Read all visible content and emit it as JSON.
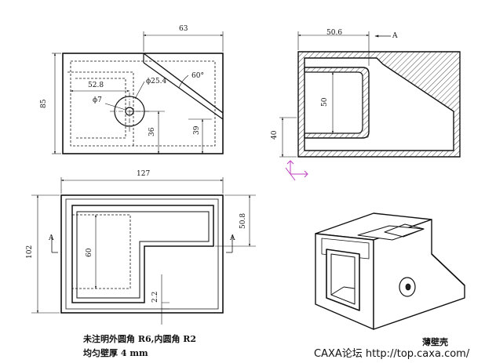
{
  "front_view": {
    "width_top": "63",
    "height_left": "85",
    "dim_52_8": "52.8",
    "dia_25_4": "ϕ25.4",
    "dia_7": "ϕ7",
    "angle": "60°",
    "dim_36": "36",
    "dim_39": "39"
  },
  "side_view": {
    "top_dim": "50.6",
    "section_mark": "A",
    "dim_50": "50",
    "dim_40": "40"
  },
  "top_view": {
    "width": "127",
    "height": "102",
    "dim_60": "60",
    "dim_50_8": "50.8",
    "dim_2_2": "2.2",
    "mark_left": "A",
    "mark_right": "A"
  },
  "notes": {
    "line1": "未注明外圆角 R6,内圆角 R2",
    "line2": "均匀壁厚 4 mm",
    "title": "薄壁壳",
    "watermark": "CAXA论坛 http://top.caxa.com/"
  }
}
